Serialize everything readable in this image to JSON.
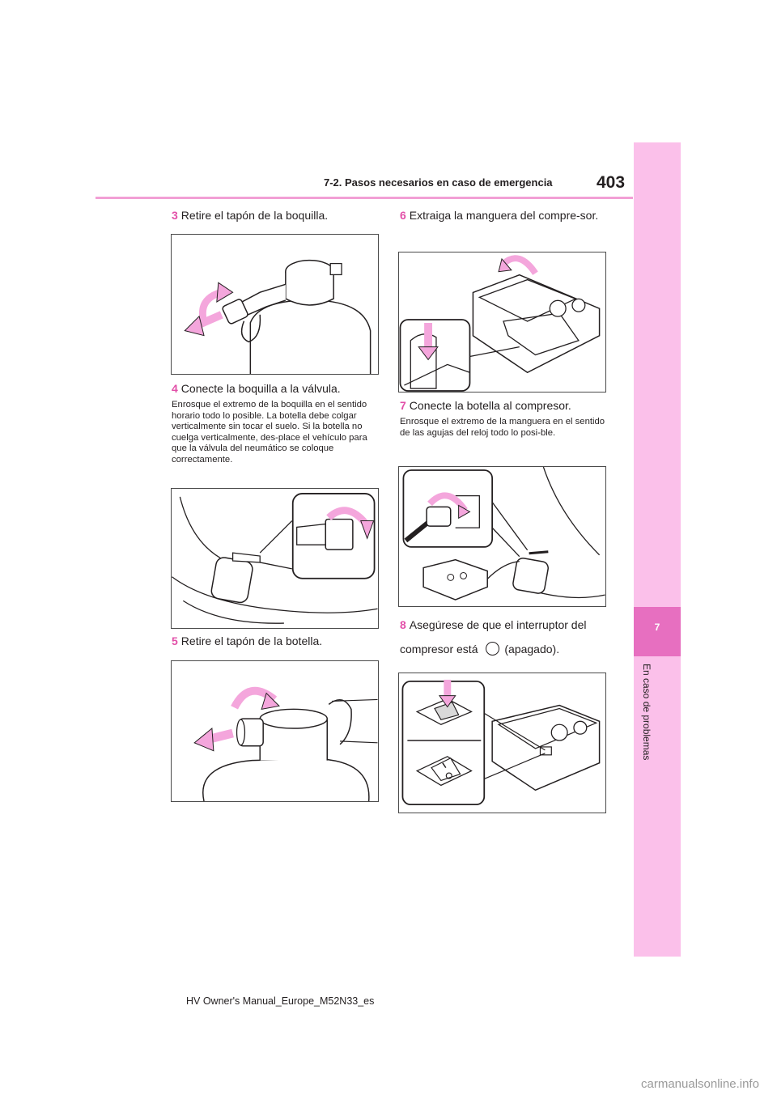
{
  "header": {
    "section_title": "7-2. Pasos necesarios en caso de emergencia",
    "page_number": "403"
  },
  "side_tab": {
    "chapter_number": "7",
    "chapter_label": "En caso de problemas"
  },
  "steps": {
    "s3": {
      "num": "3",
      "text": "Retire el tapón de la boquilla."
    },
    "s4": {
      "num": "4",
      "text": "Conecte la boquilla a la válvula.",
      "note": "Enrosque el extremo de la boquilla en el sentido horario todo lo posible. La botella debe colgar verticalmente sin tocar el suelo. Si la botella no cuelga verticalmente, des-place el vehículo para que la válvula del neumático se coloque correctamente."
    },
    "s5": {
      "num": "5",
      "text": "Retire el tapón de la botella."
    },
    "s6": {
      "num": "6",
      "text": "Extraiga la manguera del compre-sor."
    },
    "s7": {
      "num": "7",
      "text": "Conecte la botella al compresor.",
      "note": "Enrosque el extremo de la manguera en el sentido de las agujas del reloj todo lo posi-ble."
    },
    "s8": {
      "num": "8",
      "text_before": "Asegúrese de que el interruptor del compresor está",
      "text_after": "(apagado)."
    }
  },
  "icons": {
    "off_symbol": "circle-off-icon"
  },
  "colors": {
    "accent_pink": "#e24fa8",
    "tab_pink": "#fbc0ea",
    "tab_active": "#e76fc0",
    "rule_pink": "#f29fd5",
    "arrow_pink": "#f4a6dc"
  },
  "footer": {
    "manual_name": "HV Owner's Manual_Europe_M52N33_es"
  },
  "watermark": "carmanualsonline.info"
}
